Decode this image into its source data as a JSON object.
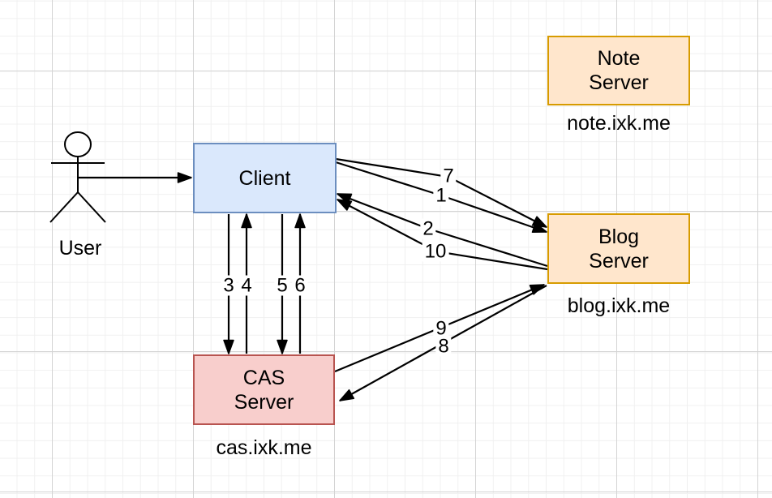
{
  "canvas": {
    "background": "#ffffff",
    "grid_minor_color": "#f0f0f0",
    "grid_major_color": "#d4d4d4"
  },
  "actor": {
    "label": "User"
  },
  "nodes": {
    "client": {
      "label": "Client",
      "fill": "#DAE8FC",
      "stroke": "#6C8EBF"
    },
    "note": {
      "label": "Note\nServer",
      "domain": "note.ixk.me",
      "fill": "#FFE6CC",
      "stroke": "#D79B00"
    },
    "blog": {
      "label": "Blog\nServer",
      "domain": "blog.ixk.me",
      "fill": "#FFE6CC",
      "stroke": "#D79B00"
    },
    "cas": {
      "label": "CAS\nServer",
      "domain": "cas.ixk.me",
      "fill": "#F8CECC",
      "stroke": "#B85450"
    }
  },
  "edges": {
    "user_client": {
      "label": "",
      "from": "User",
      "to": "Client"
    },
    "e1": {
      "label": "1",
      "from": "Client",
      "to": "Blog Server"
    },
    "e2": {
      "label": "2",
      "from": "Blog Server",
      "to": "Client"
    },
    "e3": {
      "label": "3",
      "from": "Client",
      "to": "CAS Server"
    },
    "e4": {
      "label": "4",
      "from": "CAS Server",
      "to": "Client"
    },
    "e5": {
      "label": "5",
      "from": "Client",
      "to": "CAS Server"
    },
    "e6": {
      "label": "6",
      "from": "CAS Server",
      "to": "Client"
    },
    "e7": {
      "label": "7",
      "from": "Client",
      "to": "Blog Server"
    },
    "e8": {
      "label": "8",
      "from": "Blog Server",
      "to": "CAS Server"
    },
    "e9": {
      "label": "9",
      "from": "CAS Server",
      "to": "Blog Server"
    },
    "e10": {
      "label": "10",
      "from": "Blog Server",
      "to": "Client"
    }
  }
}
